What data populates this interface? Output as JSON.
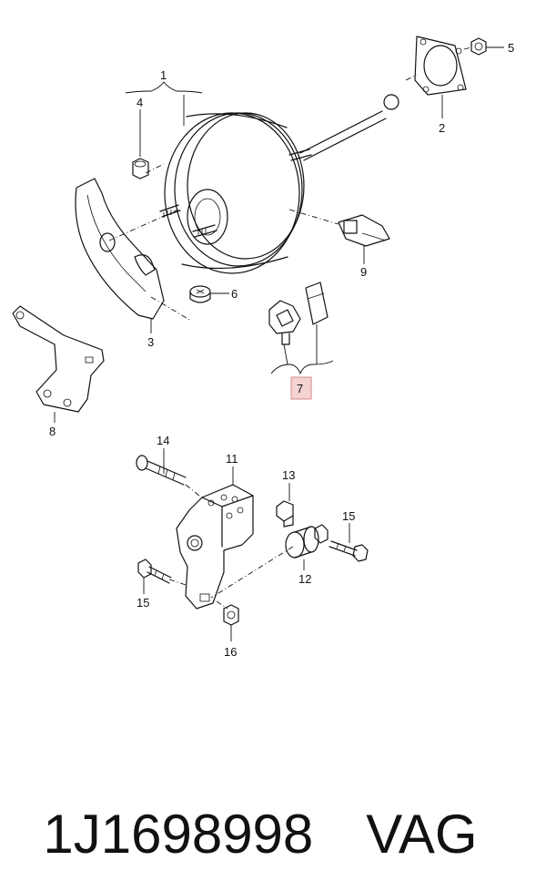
{
  "callouts": {
    "c1": "1",
    "c2": "2",
    "c3": "3",
    "c4": "4",
    "c5": "5",
    "c6": "6",
    "c7": "7",
    "c8": "8",
    "c9": "9",
    "c11": "11",
    "c12": "12",
    "c13": "13",
    "c14": "14",
    "c15a": "15",
    "c15b": "15",
    "c16": "16"
  },
  "highlighted_callout": "7",
  "footer": {
    "part_number": "1J1698998",
    "brand": "VAG"
  },
  "colors": {
    "highlight_fill": "#f5d3d3",
    "highlight_border": "#d88a8a",
    "line": "#111111"
  }
}
